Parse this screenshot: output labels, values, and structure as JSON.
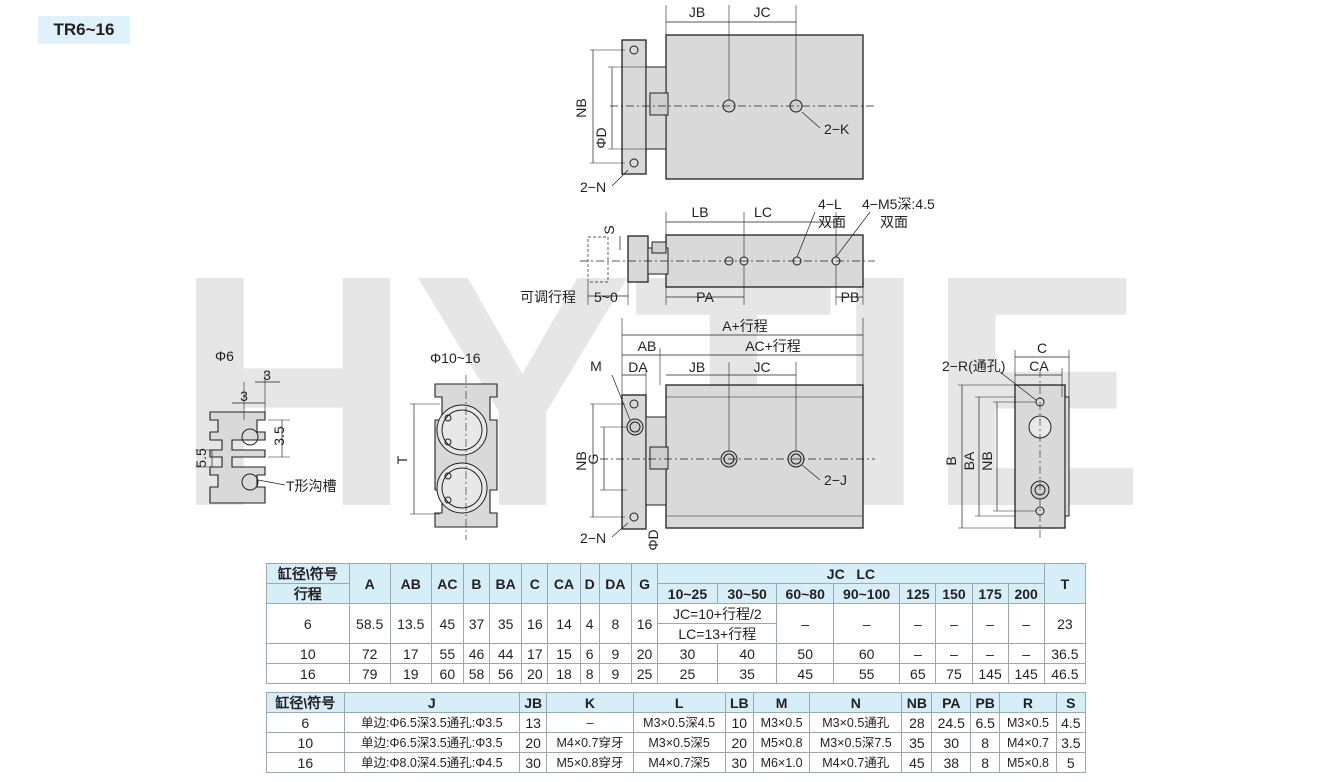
{
  "tag": "TR6~16",
  "watermark": "HYTIE",
  "labels": {
    "jb": "JB",
    "jc": "JC",
    "nb": "NB",
    "phi_d": "ΦD",
    "k2": "2−K",
    "n2": "2−N",
    "s": "S",
    "lb": "LB",
    "lc": "LC",
    "l4": "4−L",
    "l4b": "双面",
    "m5": "4−M5深:4.5",
    "m5b": "双面",
    "adj": "可调行程",
    "adj_range": "5~0",
    "pa": "PA",
    "pb": "PB",
    "phi6": "Φ6",
    "three_a": "3",
    "three_b": "3",
    "three_five": "3.5",
    "five_five": "5.5",
    "tslot": "T形沟槽",
    "phi1016": "Φ10~16",
    "t": "T",
    "a_stroke": "A+行程",
    "ab": "AB",
    "ac_stroke": "AC+行程",
    "m": "M",
    "da": "DA",
    "jb2": "JB",
    "jc2": "JC",
    "nb2": "NB",
    "g": "G",
    "j2": "2−J",
    "n2b": "2−N",
    "phi_d2": "ΦD",
    "c": "C",
    "ca": "CA",
    "r2": "2−R(通孔)",
    "b": "B",
    "ba": "BA",
    "nb3": "NB"
  },
  "table1": {
    "corner": "缸径\\符号",
    "corner2": "行程",
    "cols": [
      "A",
      "AB",
      "AC",
      "B",
      "BA",
      "C",
      "CA",
      "D",
      "DA",
      "G"
    ],
    "jclc": "JC   LC",
    "strokes": [
      "10~25",
      "30~50",
      "60~80",
      "90~100",
      "125",
      "150",
      "175",
      "200"
    ],
    "t": "T",
    "row6": {
      "bore": "6",
      "vals": [
        "58.5",
        "13.5",
        "45",
        "37",
        "35",
        "16",
        "14",
        "4",
        "8",
        "16"
      ],
      "f1": "JC=10+行程/2",
      "f2": "LC=13+行程",
      "dash": [
        "–",
        "–",
        "–",
        "–",
        "–",
        "–"
      ],
      "t": "23"
    },
    "row10": {
      "bore": "10",
      "vals": [
        "72",
        "17",
        "55",
        "46",
        "44",
        "17",
        "15",
        "6",
        "9",
        "20"
      ],
      "s": [
        "30",
        "40",
        "50",
        "60",
        "–",
        "–",
        "–",
        "–"
      ],
      "t": "36.5"
    },
    "row16": {
      "bore": "16",
      "vals": [
        "79",
        "19",
        "60",
        "58",
        "56",
        "20",
        "18",
        "8",
        "9",
        "25"
      ],
      "s": [
        "25",
        "35",
        "45",
        "55",
        "65",
        "75",
        "145",
        "145"
      ],
      "t": "46.5"
    }
  },
  "table2": {
    "head": [
      "缸径\\符号",
      "J",
      "JB",
      "K",
      "L",
      "LB",
      "M",
      "N",
      "NB",
      "PA",
      "PB",
      "R",
      "S"
    ],
    "rows": [
      [
        "6",
        "单边:Φ6.5深3.5通孔:Φ3.5",
        "13",
        "–",
        "M3×0.5深4.5",
        "10",
        "M3×0.5",
        "M3×0.5通孔",
        "28",
        "24.5",
        "6.5",
        "M3×0.5",
        "4.5"
      ],
      [
        "10",
        "单边:Φ6.5深3.5通孔:Φ3.5",
        "20",
        "M4×0.7穿牙",
        "M3×0.5深5",
        "20",
        "M5×0.8",
        "M3×0.5深7.5",
        "35",
        "30",
        "8",
        "M4×0.7",
        "3.5"
      ],
      [
        "16",
        "单边:Φ8.0深4.5通孔:Φ4.5",
        "30",
        "M5×0.8穿牙",
        "M4×0.7深5",
        "30",
        "M6×1.0",
        "M4×0.7通孔",
        "45",
        "38",
        "8",
        "M5×0.8",
        "5"
      ]
    ]
  }
}
